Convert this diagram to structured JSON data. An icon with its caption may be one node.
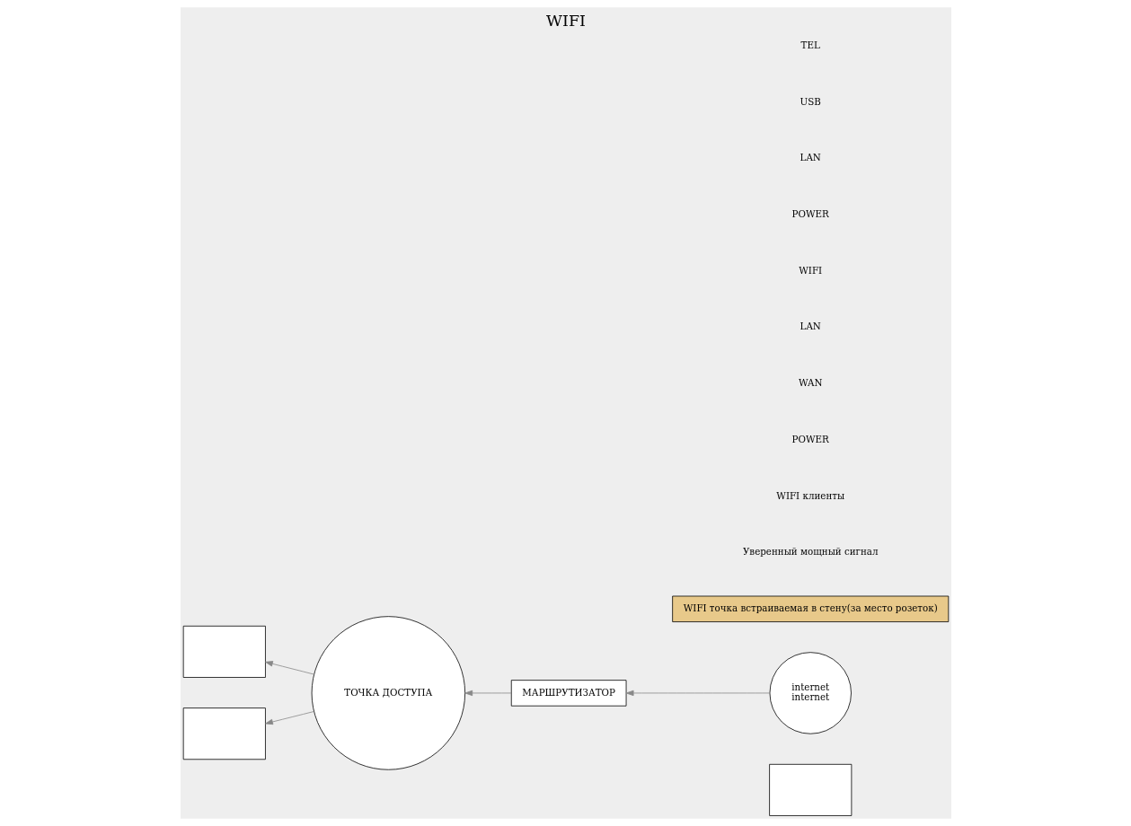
{
  "diagram": {
    "title": "WIFI",
    "nodes": [
      {
        "text": [],
        "shape": "box"
      },
      {
        "text": [
          "ТОЧКА ДОСТУПА"
        ]
      },
      {
        "text": [
          "МАРШРУТИЗАТОР"
        ]
      },
      {
        "text": [
          "internet",
          "internet"
        ]
      },
      {
        "text": [],
        "shape": "box"
      },
      {
        "text": [],
        "shape": "box"
      },
      {
        "text": [
          "WIFI точка встраиваемая в стену(за место розеток)"
        ]
      }
    ],
    "edges": [
      {
        "from": 3,
        "to": 2,
        "arrow": "to"
      },
      {
        "from": 2,
        "to": 1,
        "arrow": "to"
      },
      {
        "from": 1,
        "to": 4,
        "arrow": "to"
      },
      {
        "from": 1,
        "to": 5,
        "arrow": "to"
      }
    ],
    "labels": [
      "Уверенный мощный сигнал",
      "WIFI клиенты",
      "POWER",
      "WAN",
      "LAN",
      "WIFI",
      "POWER",
      "LAN",
      "USB",
      "TEL"
    ]
  }
}
